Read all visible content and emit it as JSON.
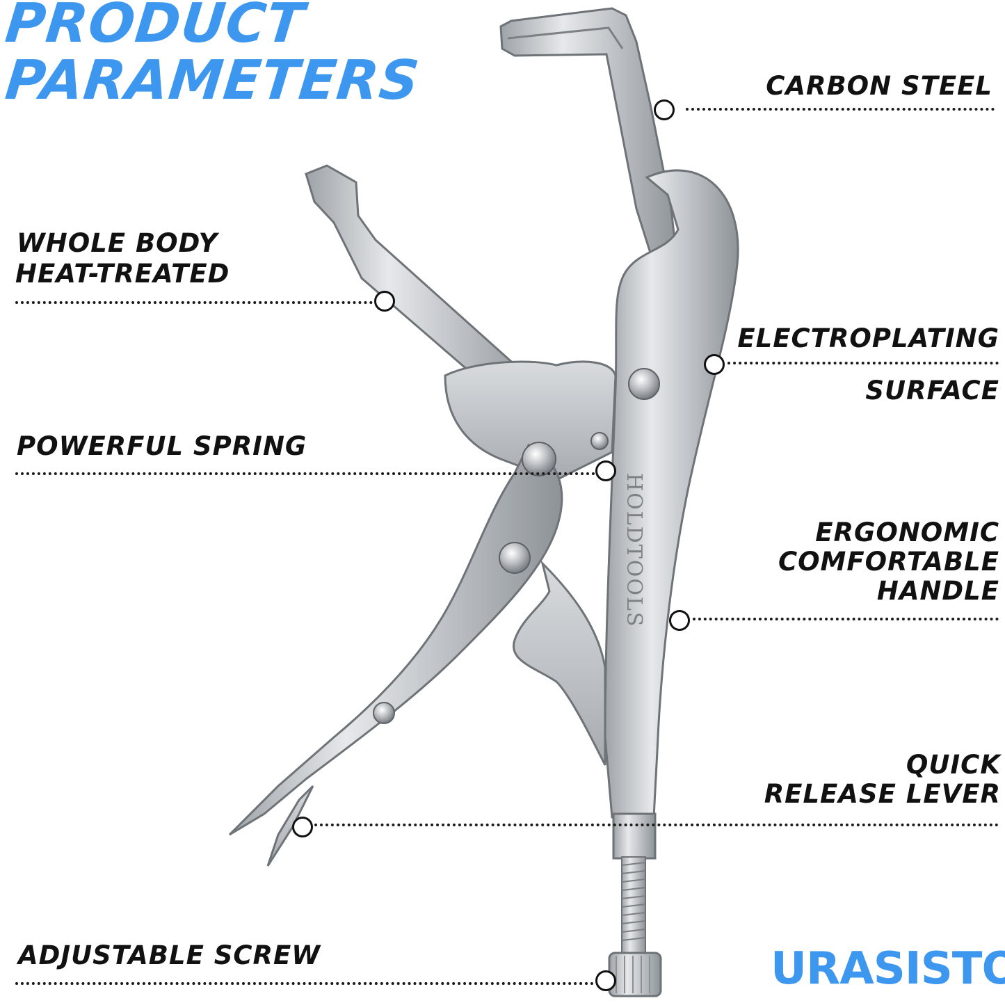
{
  "title": {
    "line1": "PRODUCT",
    "line2": "PARAMETERS"
  },
  "callouts": {
    "carbon_steel": "CARBON STEEL",
    "heat_treated_line1": "WHOLE BODY",
    "heat_treated_line2": "HEAT-TREATED",
    "electroplating_line1": "ELECTROPLATING",
    "electroplating_line2": "SURFACE",
    "spring": "POWERFUL SPRING",
    "handle_line1": "ERGONOMIC",
    "handle_line2": "COMFORTABLE",
    "handle_line3": "HANDLE",
    "release_line1": "QUICK",
    "release_line2": "RELEASE LEVER",
    "screw": "ADJUSTABLE SCREW"
  },
  "tool_engraving": "HOLDTOOLS",
  "brand_logo": "URASISTO",
  "colors": {
    "accent": "#3d97ef",
    "text": "#111111",
    "metal": "#c9ccd0"
  }
}
